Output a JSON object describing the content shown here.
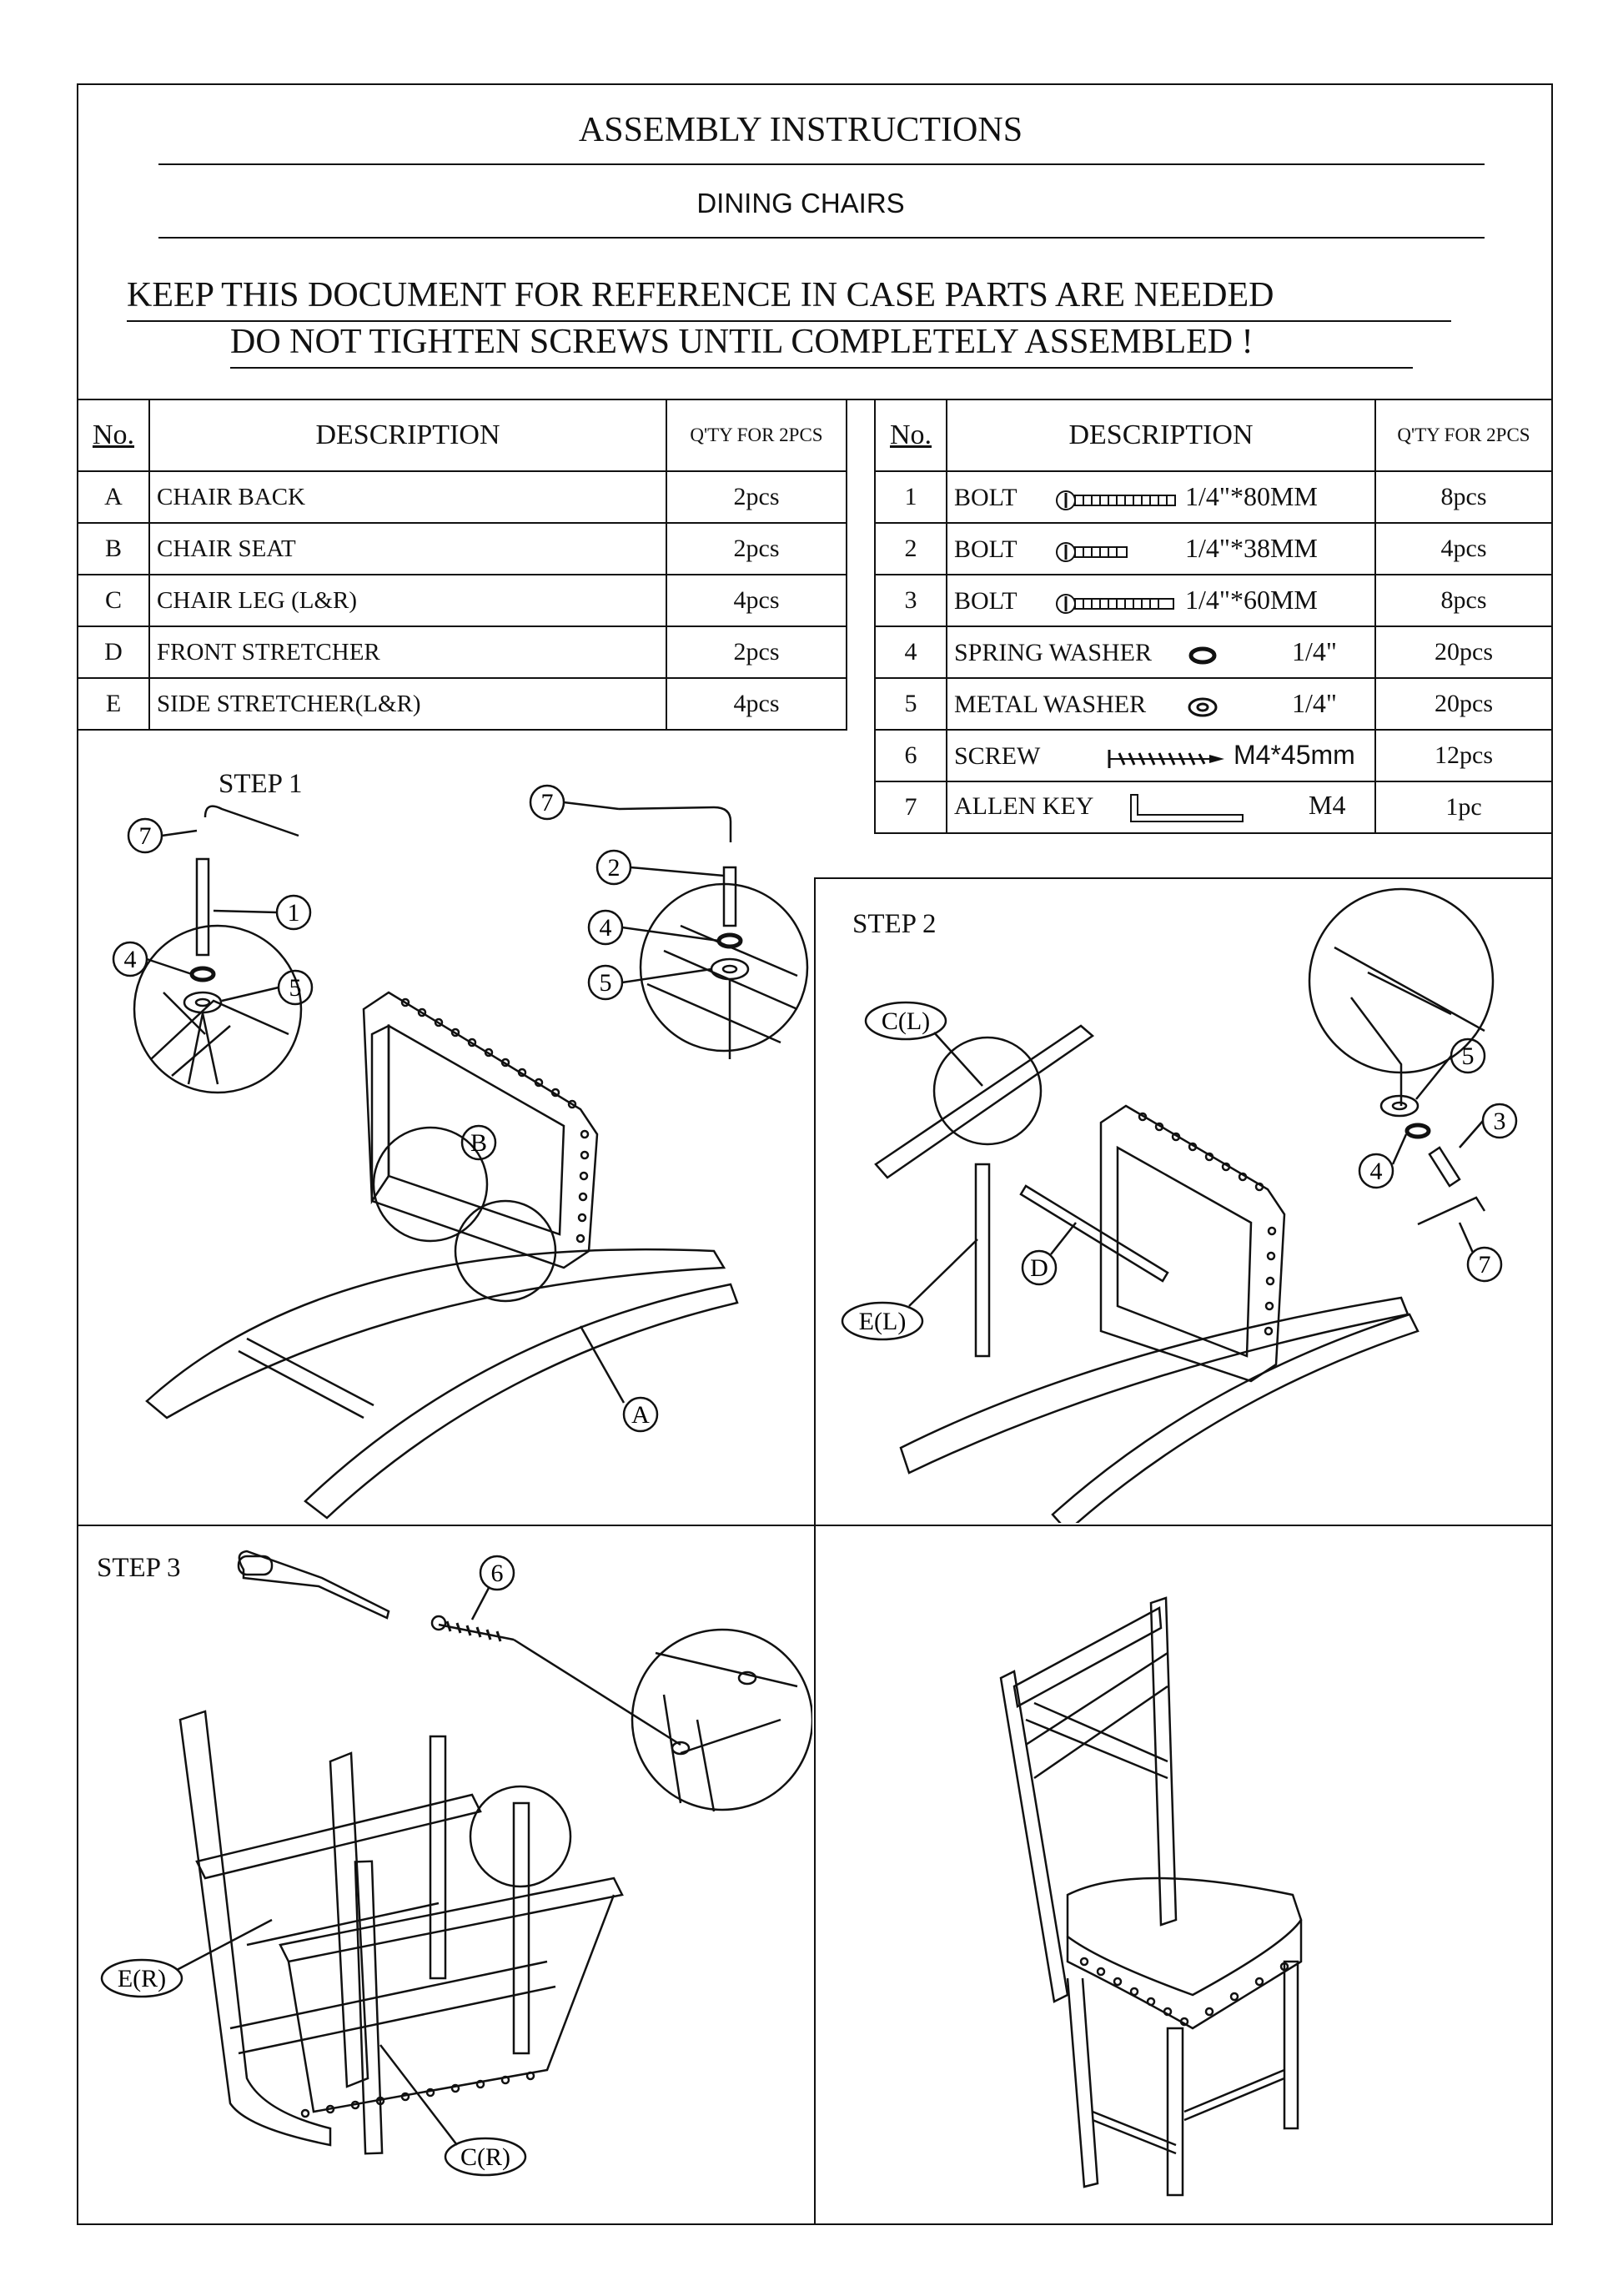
{
  "header": {
    "title": "ASSEMBLY INSTRUCTIONS",
    "subtitle": "DINING CHAIRS",
    "notice_1": "KEEP THIS DOCUMENT FOR REFERENCE IN CASE PARTS ARE NEEDED",
    "notice_2": "DO NOT TIGHTEN SCREWS UNTIL COMPLETELY ASSEMBLED !"
  },
  "parts_table": {
    "headers": {
      "no": "No.",
      "description": "DESCRIPTION",
      "qty": "Q'TY FOR 2PCS"
    },
    "rows": [
      {
        "no": "A",
        "description": "CHAIR BACK",
        "qty": "2pcs"
      },
      {
        "no": "B",
        "description": "CHAIR SEAT",
        "qty": "2pcs"
      },
      {
        "no": "C",
        "description": "CHAIR LEG (L&R)",
        "qty": "4pcs"
      },
      {
        "no": "D",
        "description": "FRONT STRETCHER",
        "qty": "2pcs"
      },
      {
        "no": "E",
        "description": "SIDE STRETCHER(L&R)",
        "qty": "4pcs"
      }
    ]
  },
  "hardware_table": {
    "headers": {
      "no": "No.",
      "description": "DESCRIPTION",
      "qty": "Q'TY FOR 2PCS"
    },
    "rows": [
      {
        "no": "1",
        "description": "BOLT",
        "icon": "long-bolt-icon",
        "size": "1/4\"*80MM",
        "qty": "8pcs"
      },
      {
        "no": "2",
        "description": "BOLT",
        "icon": "short-bolt-icon",
        "size": "1/4\"*38MM",
        "qty": "4pcs"
      },
      {
        "no": "3",
        "description": "BOLT",
        "icon": "medium-bolt-icon",
        "size": "1/4\"*60MM",
        "qty": "8pcs"
      },
      {
        "no": "4",
        "description": "SPRING WASHER",
        "icon": "spring-washer-icon",
        "size": "1/4\"",
        "qty": "20pcs"
      },
      {
        "no": "5",
        "description": "METAL WASHER",
        "icon": "metal-washer-icon",
        "size": "1/4\"",
        "qty": "20pcs"
      },
      {
        "no": "6",
        "description": "SCREW",
        "icon": "screw-icon",
        "size": "M4*45mm",
        "qty": "12pcs"
      },
      {
        "no": "7",
        "description": "ALLEN KEY",
        "icon": "allen-key-icon",
        "size": "M4",
        "qty": "1pc"
      }
    ]
  },
  "steps": {
    "step1": {
      "label": "STEP 1",
      "callouts": {
        "allen_key_left": "7",
        "bolt_long": "1",
        "spring_washer_left": "4",
        "metal_washer_left": "5",
        "allen_key_right": "7",
        "bolt_short": "2",
        "spring_washer_right": "4",
        "metal_washer_right": "5",
        "seat": "B",
        "back": "A"
      }
    },
    "step2": {
      "label": "STEP 2",
      "callouts": {
        "leg_left": "C(L)",
        "stretcher_left": "E(L)",
        "front_stretcher": "D",
        "metal_washer": "5",
        "bolt_medium": "3",
        "spring_washer": "4",
        "allen_key": "7"
      }
    },
    "step3": {
      "label": "STEP 3",
      "callouts": {
        "screw": "6",
        "stretcher_right": "E(R)",
        "leg_right": "C(R)"
      }
    }
  }
}
